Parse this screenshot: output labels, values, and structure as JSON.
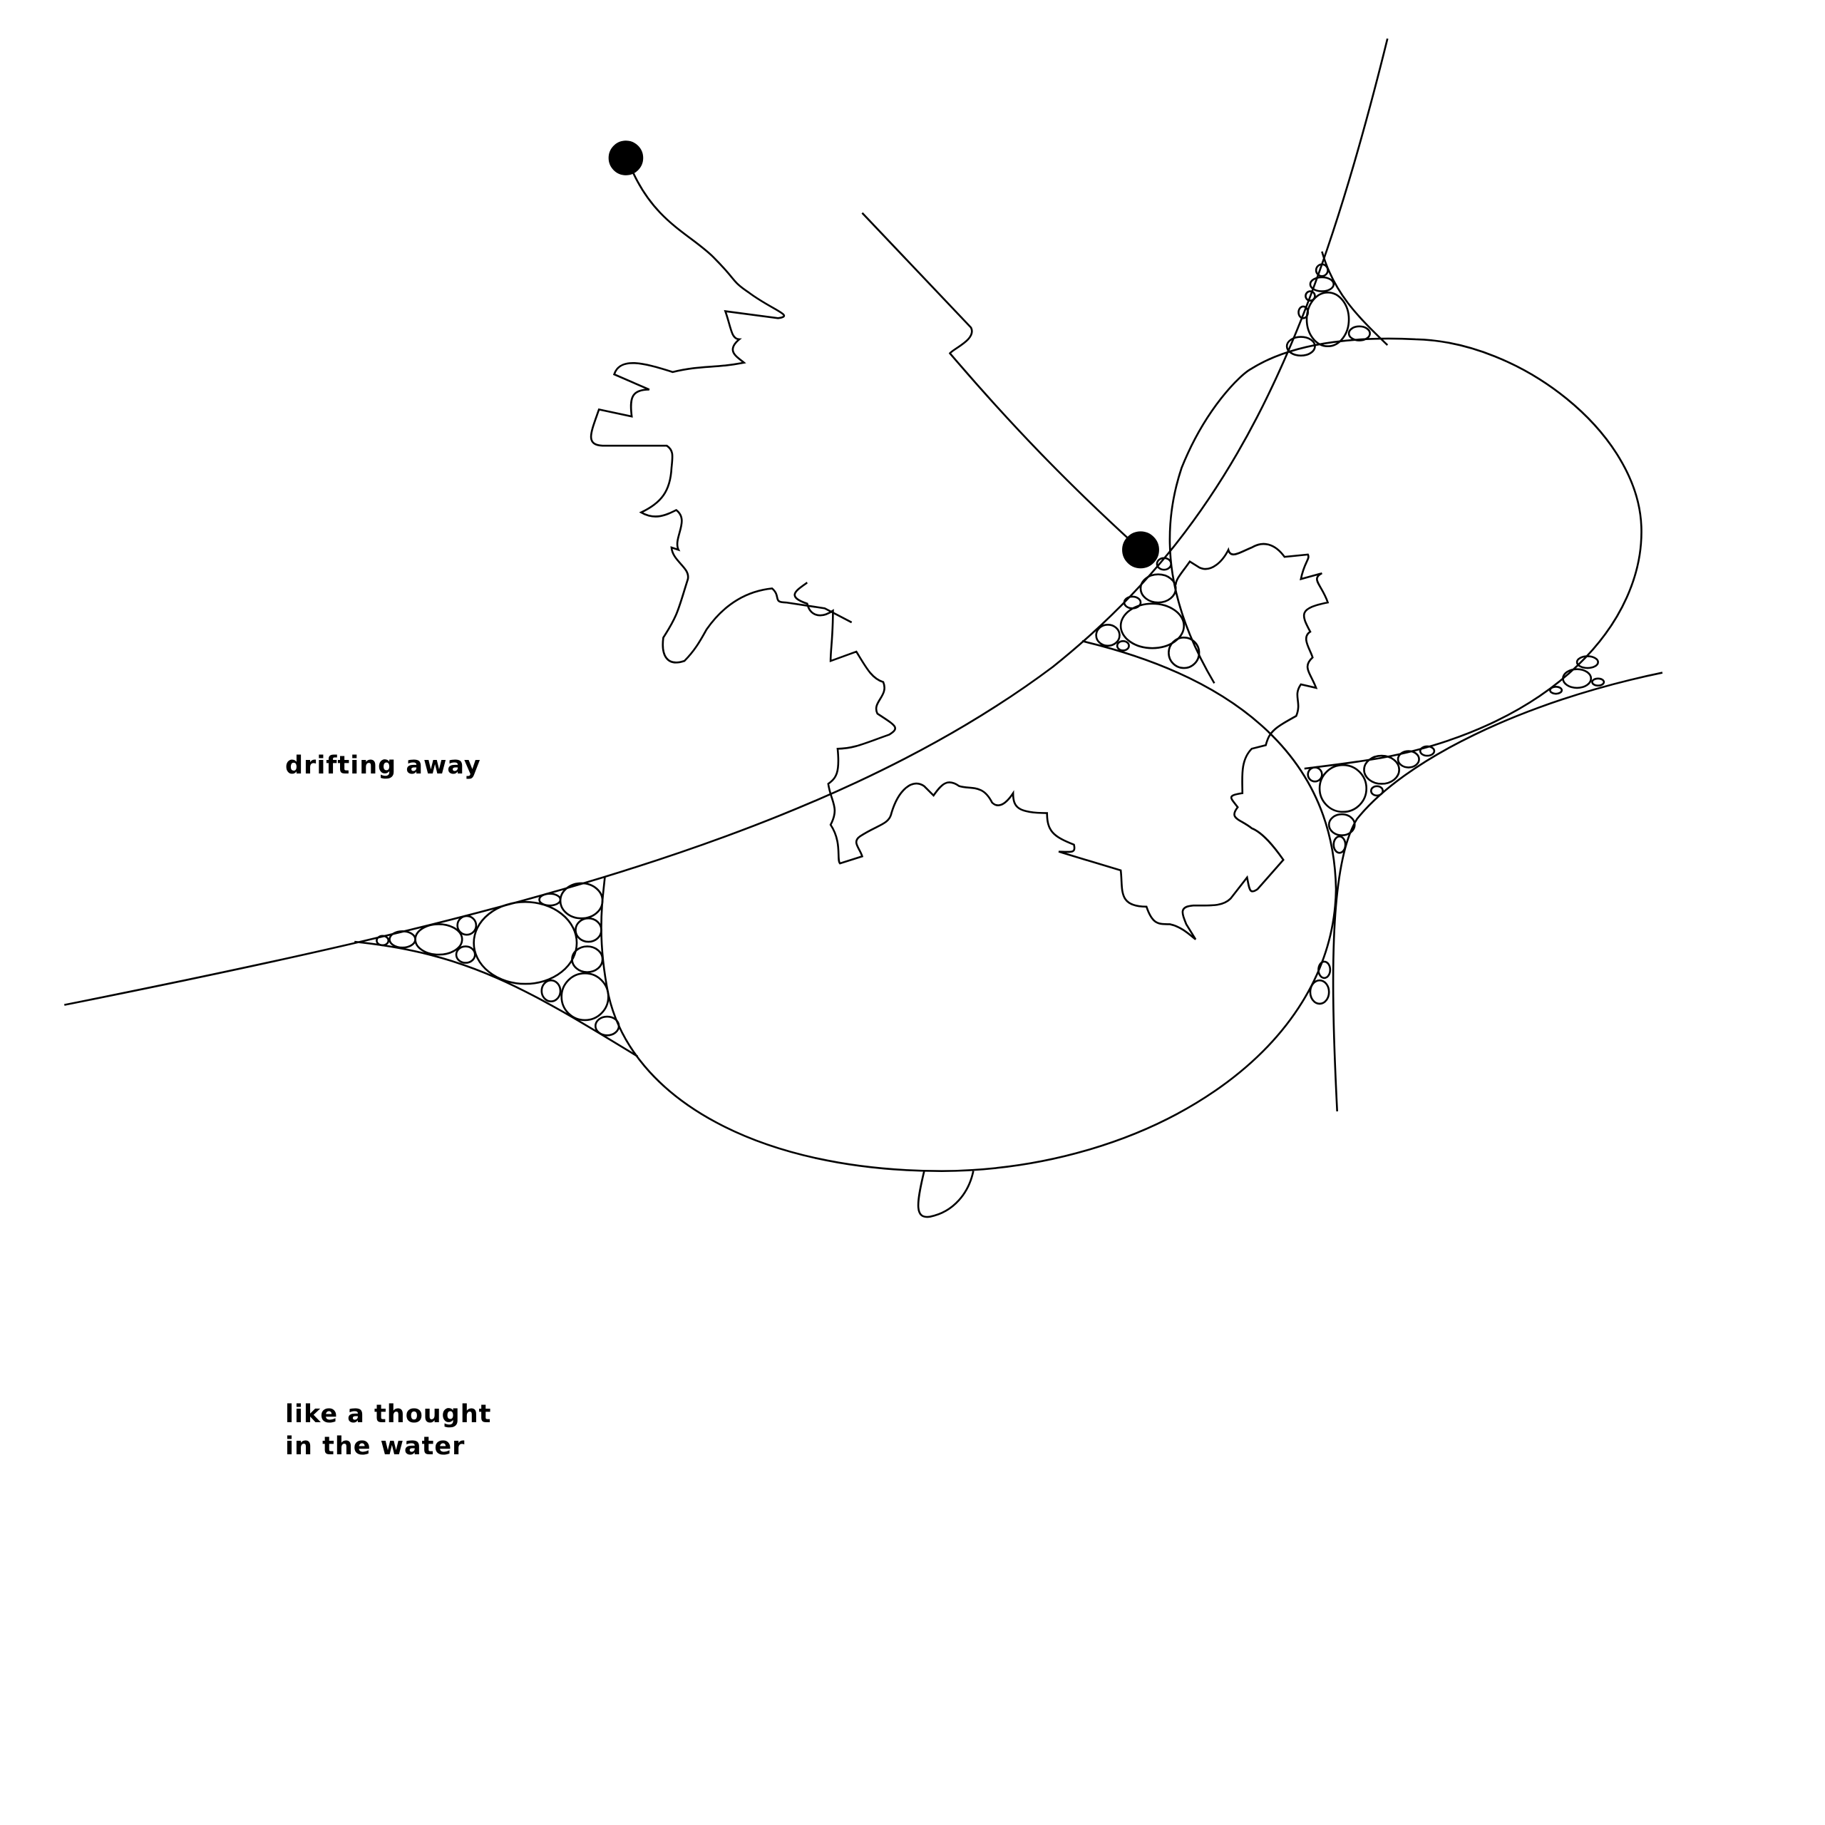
{
  "caption_1": "drifting away",
  "caption_2_line_1": "like a thought",
  "caption_2_line_2": "in the water",
  "colors": {
    "ink": "#000000",
    "background": "#ffffff"
  }
}
